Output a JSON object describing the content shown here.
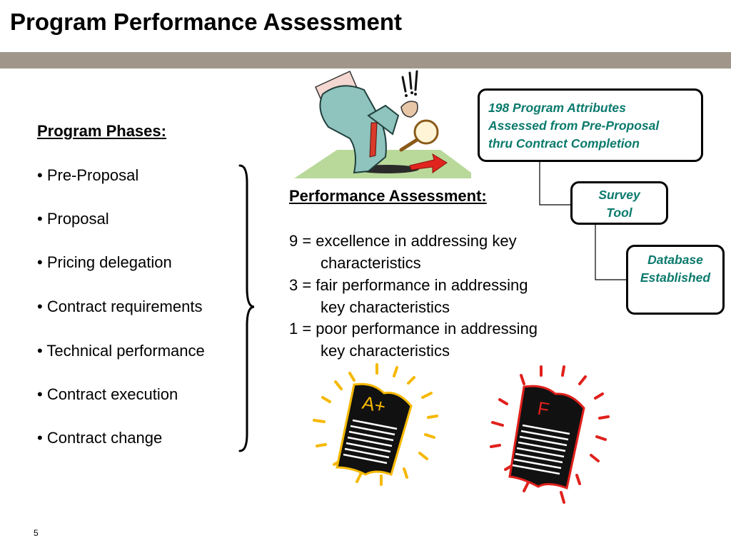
{
  "slide": {
    "title": "Program Performance Assessment",
    "page_number": "5"
  },
  "phases": {
    "heading": "Program Phases:",
    "items": [
      "• Pre-Proposal",
      "• Proposal",
      "• Pricing delegation",
      "• Contract requirements",
      "• Technical performance",
      "• Contract execution",
      "• Contract change"
    ]
  },
  "assessment": {
    "heading": "Performance Assessment:",
    "scale": [
      {
        "label": "9 = excellence in addressing key",
        "continuation": "characteristics"
      },
      {
        "label": "3 = fair performance in addressing",
        "continuation": "key characteristics"
      },
      {
        "label": "1 = poor performance in addressing",
        "continuation": "key characteristics"
      }
    ]
  },
  "flow": {
    "attributes": {
      "line1": "198 Program Attributes",
      "line2": "Assessed from Pre-Proposal",
      "line3": "thru Contract Completion"
    },
    "survey": {
      "line1": "Survey",
      "line2": "Tool"
    },
    "database": {
      "line1": "Database",
      "line2": "Established"
    }
  },
  "grades": {
    "good": "A+",
    "bad": "F"
  },
  "colors": {
    "title_bar": "#a0978a",
    "flow_text": "#0b7a6d",
    "grade_good": "#f5b800",
    "grade_bad": "#e0201c"
  },
  "icons": {
    "clipart": "magnifying-glass-inspector-clipart",
    "grade_good": "a-plus-report-card-icon",
    "grade_bad": "f-report-card-icon"
  }
}
